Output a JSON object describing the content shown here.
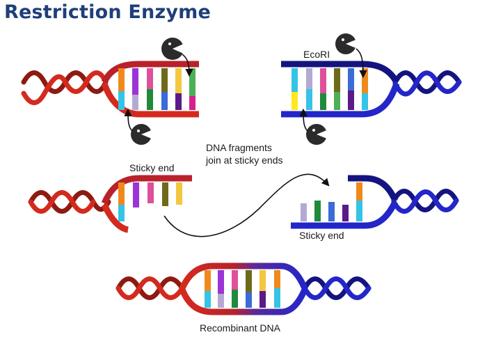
{
  "title": "Restriction Enzyme",
  "labels": {
    "enzyme": "EcoRI",
    "fragments_line1": "DNA fragments",
    "fragments_line2": "join at sticky ends",
    "sticky_left": "Sticky end",
    "sticky_right": "Sticky end",
    "recombinant": "Recombinant DNA"
  },
  "colors": {
    "title": "#1f3f7a",
    "red_strand": "#d42a1e",
    "dark_red_strand": "#8e1a12",
    "blue_strand": "#2326c8",
    "dark_blue_strand": "#141480",
    "enzyme": "#2b2b2b",
    "arrow": "#111111"
  },
  "base_colors": {
    "orange": "#f0891c",
    "purple": "#9b33d6",
    "pink": "#e0509a",
    "olive": "#6e6a1a",
    "yellow": "#f3c73f",
    "green": "#4db056",
    "cyan": "#35c4e6",
    "lavender": "#b5a9d4",
    "darkgreen": "#1f8a3a",
    "blue": "#3a6bd6",
    "magenta": "#d6208f",
    "darkpurple": "#5a1a8a",
    "brightyellow": "#ffe81f"
  },
  "icons": [
    "enzyme-icon",
    "arrow-icon"
  ]
}
